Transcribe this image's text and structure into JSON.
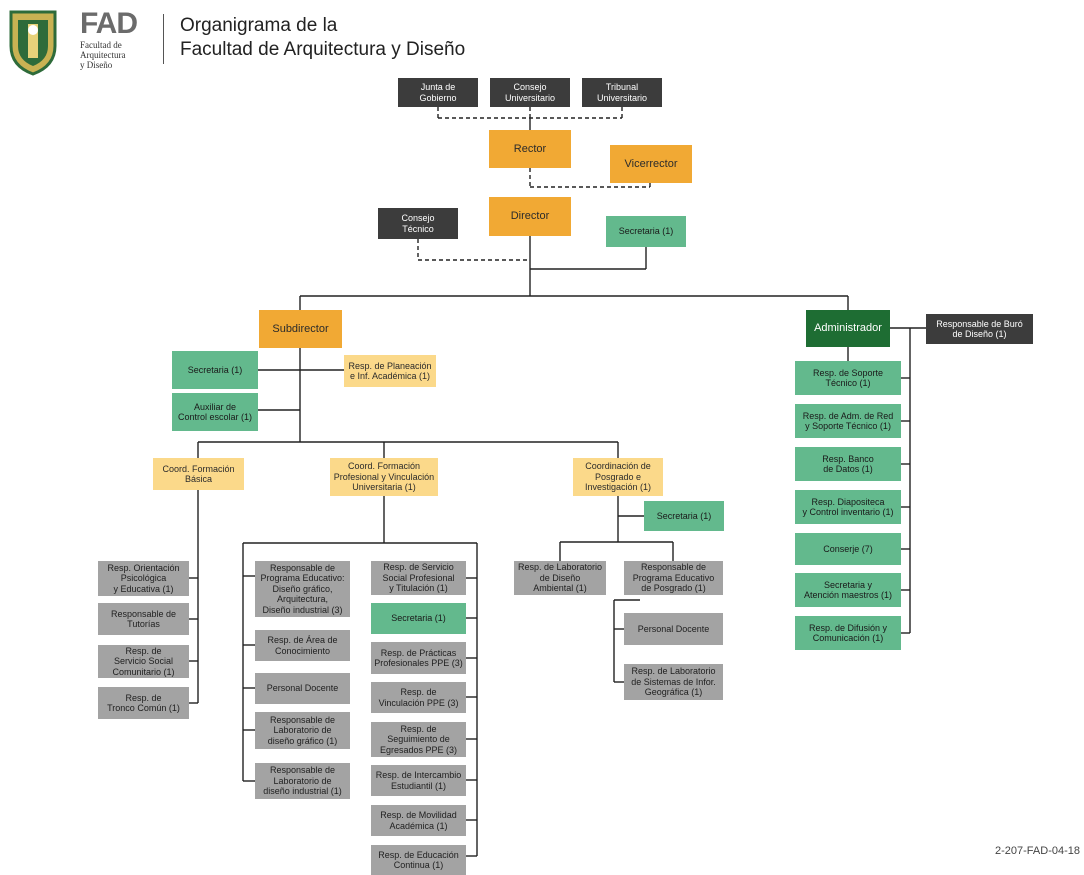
{
  "header": {
    "logo_fad_text": "FAD",
    "logo_caption": "Facultad de\nArquitectura\ny Diseño",
    "title_line1": "Organigrama de la",
    "title_line2": "Facultad de Arquitectura y Diseño"
  },
  "doc_code": "2-207-FAD-04-18",
  "colors": {
    "dark_gray": "#3c3c3c",
    "gray": "#a3a3a3",
    "orange": "#f1a934",
    "light_orange": "#fbd98a",
    "green": "#63b98d",
    "dark_green": "#1e6d33"
  },
  "nodes": {
    "junta": "Junta de\nGobierno",
    "consejo_univ": "Consejo\nUniversitario",
    "tribunal": "Tribunal\nUniversitario",
    "rector": "Rector",
    "vicerrector": "Vicerrector",
    "director": "Director",
    "consejo_tecnico": "Consejo\nTécnico",
    "secretaria_dir": "Secretaria (1)",
    "subdirector": "Subdirector",
    "administrador": "Administrador",
    "resp_buro": "Responsable de Buró\nde Diseño (1)",
    "secretaria_sub": "Secretaria (1)",
    "resp_planeacion": "Resp. de Planeación\ne Inf. Académica (1)",
    "auxiliar_control": "Auxiliar de\nControl escolar (1)",
    "coord_basica": "Coord. Formación\nBásica",
    "coord_profesional": "Coord. Formación\nProfesional y Vinculación\nUniversitaria (1)",
    "coord_posgrado": "Coordinación de\nPosgrado e\nInvestigación (1)",
    "secretaria_posgrado": "Secretaria (1)",
    "basica_items": [
      "Resp. Orientación\nPsicológica\ny Educativa (1)",
      "Responsable de\nTutorías",
      "Resp. de\nServicio Social\nComunitario (1)",
      "Resp. de\nTronco Común (1)"
    ],
    "prof_left_items": [
      "Responsable de\nPrograma Educativo:\nDiseño gráfico,\nArquitectura,\nDiseño industrial (3)",
      "Resp. de Área de\nConocimiento",
      "Personal Docente",
      "Responsable de\nLaboratorio de\ndiseño gráfico (1)",
      "Responsable de\nLaboratorio de\ndiseño industrial (1)"
    ],
    "prof_right_items": [
      "Resp. de Servicio\nSocial Profesional\ny Titulación (1)",
      "Secretaria (1)",
      "Resp. de Prácticas\nProfesionales PPE (3)",
      "Resp. de\nVinculación PPE (3)",
      "Resp. de\nSeguimiento de\nEgresados PPE (3)",
      "Resp. de Intercambio\nEstudiantil (1)",
      "Resp. de Movilidad\nAcadémica (1)",
      "Resp. de Educación\nContinua (1)"
    ],
    "posgrado_lab_ambiental": "Resp. de Laboratorio\nde Diseño\nAmbiental (1)",
    "posgrado_resp_programa": "Responsable de\nPrograma Educativo\nde Posgrado (1)",
    "posgrado_docente": "Personal Docente",
    "posgrado_lab_sig": "Resp. de Laboratorio\nde Sistemas de Infor.\nGeográfica (1)",
    "admin_items": [
      "Resp. de Soporte\nTécnico (1)",
      "Resp. de Adm. de Red\ny Soporte Técnico (1)",
      "Resp. Banco\nde Datos (1)",
      "Resp. Diapositeca\ny Control inventario (1)",
      "Conserje (7)",
      "Secretaria y\nAtención maestros (1)",
      "Resp. de Difusión y\nComunicación (1)"
    ]
  }
}
